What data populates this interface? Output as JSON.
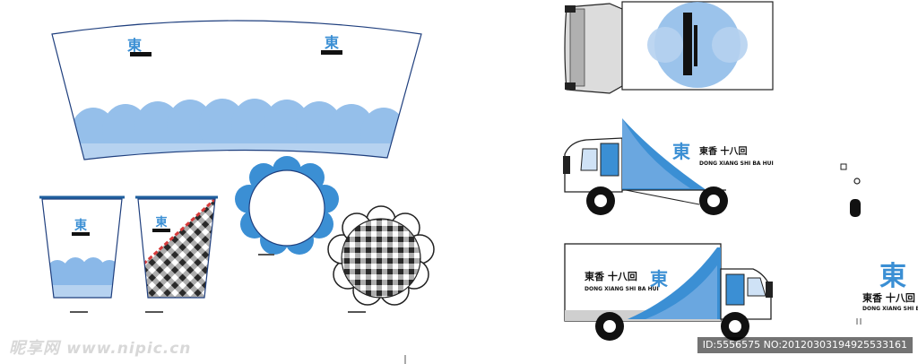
{
  "brand": {
    "logo_glyph": "東",
    "name_cn": "東香十八回",
    "name_cn_with_space": "東香 十八回",
    "name_pinyin": "DONG XIANG SHI BA HUI"
  },
  "watermark": {
    "site_cn": "昵享网",
    "site_url": "www.nipic.cn",
    "id_text": "ID:5556575 NO:20120303194925533161"
  },
  "colors": {
    "blue": "#3b8fd4",
    "light_blue": "#8ab8e8",
    "pale_blue": "#b6d2f0",
    "dark_blue": "#1f5f9e",
    "red": "#d63a3a",
    "truck_gray": "#dcdcdc"
  }
}
